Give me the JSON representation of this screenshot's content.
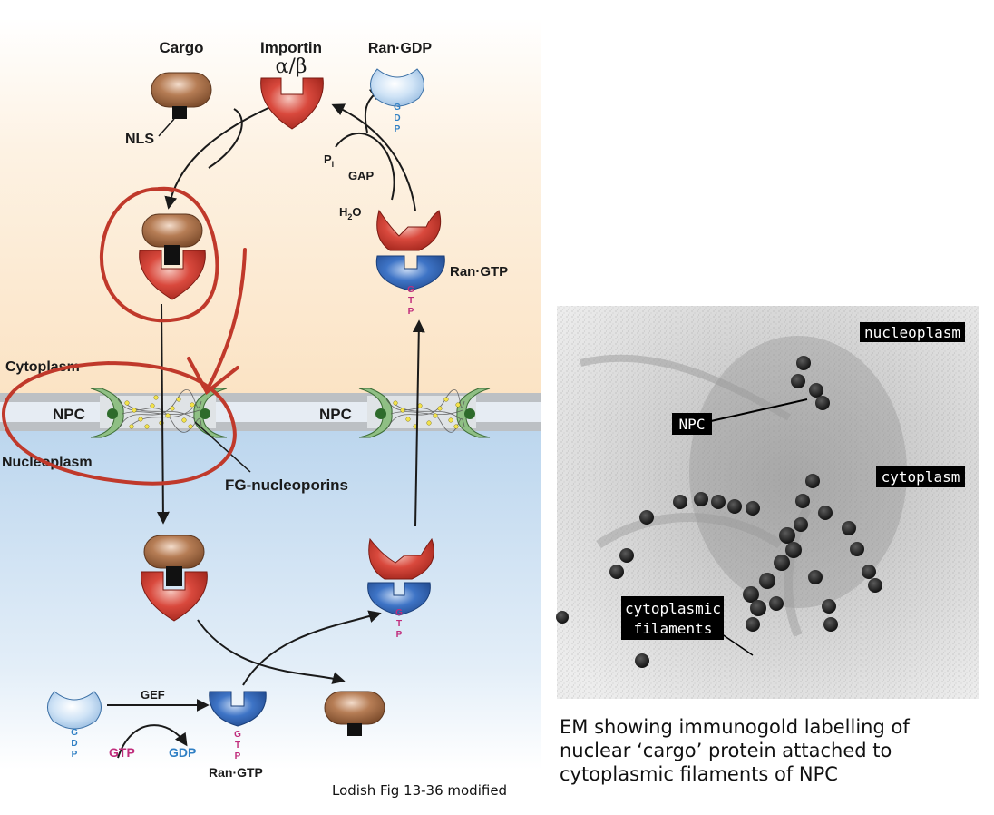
{
  "diagram": {
    "labels": {
      "cargo": "Cargo",
      "importin": "Importin",
      "importin_ab": "α/β",
      "ran_gdp_top": "Ran·GDP",
      "nls": "NLS",
      "pi_p": "P",
      "pi_i": "i",
      "gap": "GAP",
      "h2o_h": "H",
      "h2o_2": "2",
      "h2o_o": "O",
      "ran_gtp_right": "Ran·GTP",
      "cytoplasm": "Cytoplasm",
      "npc_left": "NPC",
      "npc_right": "NPC",
      "nucleoplasm": "Nucleoplasm",
      "fg_nucleoporins": "FG-nucleoporins",
      "gef": "GEF",
      "gtp_text": "GTP",
      "gdp_text": "GDP",
      "ran_gtp_bottom": "Ran·GTP"
    },
    "nucleotides": {
      "gdp": [
        "G",
        "D",
        "P"
      ],
      "gtp": [
        "G",
        "T",
        "P"
      ]
    },
    "colors": {
      "cytoplasm_bg": "#fbe8cf",
      "nucleoplasm_bg": "#c0d9ef",
      "membrane": "#bfc3c7",
      "cargo": "#a8704a",
      "importin": "#d5473c",
      "ran_gtp": "#3a6fc0",
      "ran_gdp": "#bcd8f2",
      "gdp_text": "#2f7fc4",
      "gtp_text": "#c02d7c",
      "annotation": "#c0392b"
    }
  },
  "em": {
    "labels": {
      "nucleoplasm": "nucleoplasm",
      "npc": "NPC",
      "cytoplasm": "cytoplasm",
      "filaments_line1": "cytoplasmic",
      "filaments_line2": "filaments"
    }
  },
  "caption": {
    "line1": "EM showing immunogold labelling of",
    "line2": "nuclear ‘cargo’ protein attached to",
    "line3": "cytoplasmic filaments of NPC"
  },
  "credit": "Lodish Fig 13-36 modified"
}
